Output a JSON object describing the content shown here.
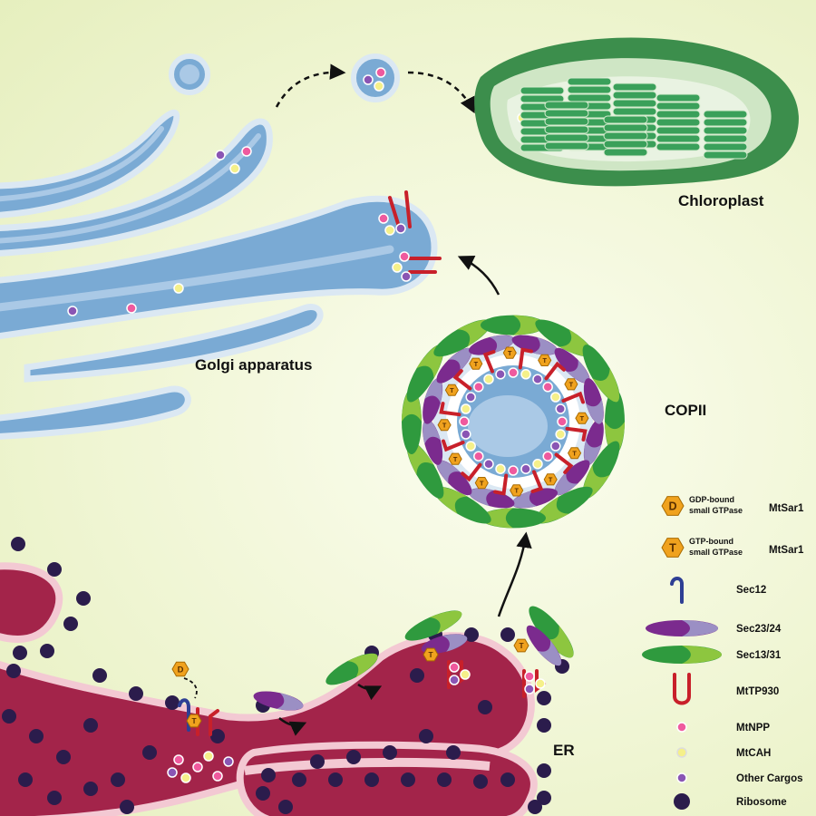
{
  "labels": {
    "chloroplast": "Chloroplast",
    "golgi": "Golgi apparatus",
    "copii": "COPII",
    "er": "ER"
  },
  "glyphs": {
    "gdp": "D",
    "gtp": "T"
  },
  "legend": [
    {
      "key": "gdp",
      "line1": "GDP-bound",
      "line2": "small GTPase",
      "name": "MtSar1"
    },
    {
      "key": "gtp",
      "line1": "GTP-bound",
      "line2": "small GTPase",
      "name": "MtSar1"
    },
    {
      "key": "sec12",
      "name": "Sec12"
    },
    {
      "key": "sec2324",
      "name": "Sec23/24"
    },
    {
      "key": "sec1331",
      "name": "Sec13/31"
    },
    {
      "key": "mttp930",
      "name": "MtTP930"
    },
    {
      "key": "mtnpp",
      "name": "MtNPP"
    },
    {
      "key": "mtcah",
      "name": "MtCAH"
    },
    {
      "key": "other",
      "name": "Other Cargos"
    },
    {
      "key": "ribosome",
      "name": "Ribosome"
    }
  ],
  "colors": {
    "golgi_fill": "#7aaad4",
    "golgi_inner": "#aac9e6",
    "golgi_outline": "#dbe8f3",
    "er_fill": "#a3244a",
    "er_outline": "#f3c9d3",
    "ribosome": "#2b1c4c",
    "sec23": "#7b2b8e",
    "sec24": "#9b8fc4",
    "sec13": "#2f9a3e",
    "sec31": "#8dc63f",
    "mttp930": "#c8202a",
    "sec12": "#2e3f94",
    "sar1": "#f0a21e",
    "mtnpp": "#ef5a9e",
    "mtcah": "#f5f08a",
    "other": "#8a55b4",
    "chloro_outer": "#3c8e4c",
    "chloro_inner": "#cfe6c5",
    "thylakoid": "#3aa05a"
  }
}
